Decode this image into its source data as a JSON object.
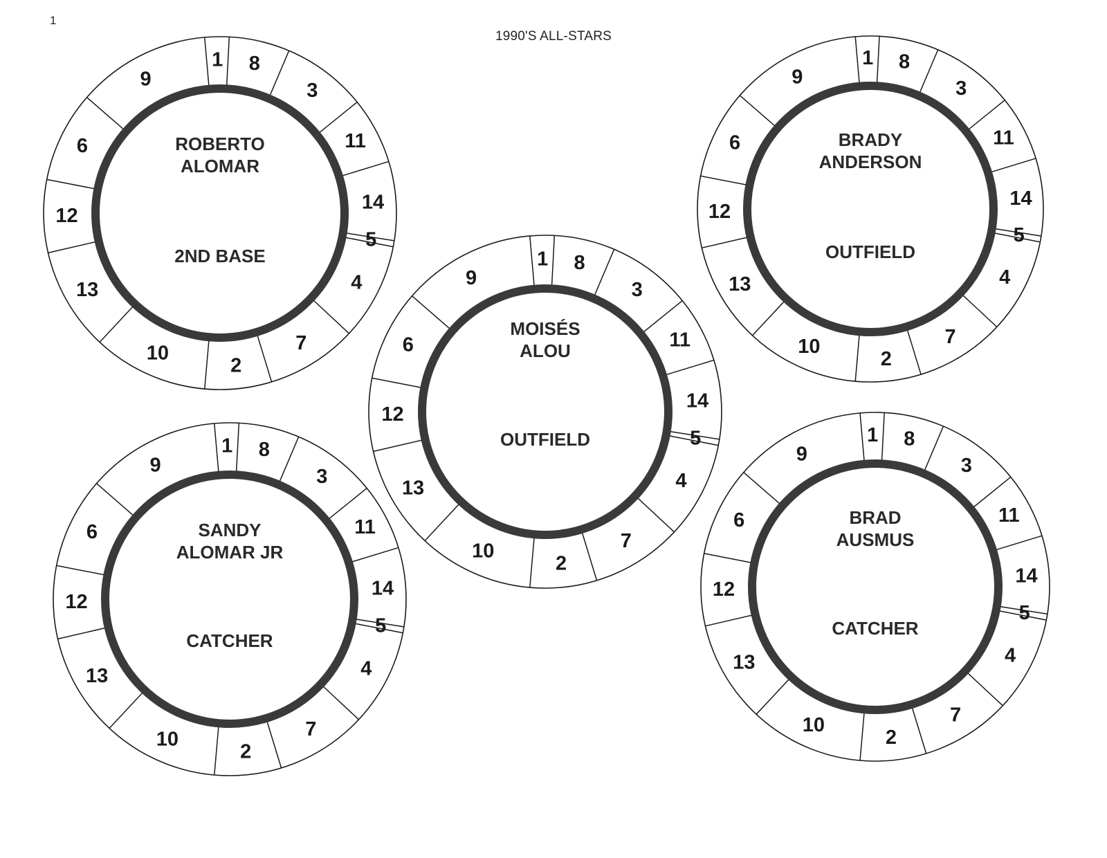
{
  "page": {
    "number": "1",
    "title": "1990'S ALL-STARS"
  },
  "colors": {
    "ink": "#1a1a1a",
    "inner_ring": "#3a3a3a",
    "paper": "#ffffff"
  },
  "segment_order": [
    "1",
    "8",
    "3",
    "11",
    "14",
    "5",
    "4",
    "7",
    "2",
    "10",
    "13",
    "12",
    "6",
    "9"
  ],
  "wheels": [
    {
      "id": "alomar-roberto",
      "name_lines": [
        "ROBERTO",
        "ALOMAR"
      ],
      "position": "2ND BASE"
    },
    {
      "id": "anderson-brady",
      "name_lines": [
        "BRADY",
        "ANDERSON"
      ],
      "position": "OUTFIELD"
    },
    {
      "id": "alou-moises",
      "name_lines": [
        "MOISÉS",
        "ALOU"
      ],
      "position": "OUTFIELD"
    },
    {
      "id": "alomar-sandy",
      "name_lines": [
        "SANDY",
        "ALOMAR JR"
      ],
      "position": "CATCHER"
    },
    {
      "id": "ausmus-brad",
      "name_lines": [
        "BRAD",
        "AUSMUS"
      ],
      "position": "CATCHER"
    }
  ]
}
